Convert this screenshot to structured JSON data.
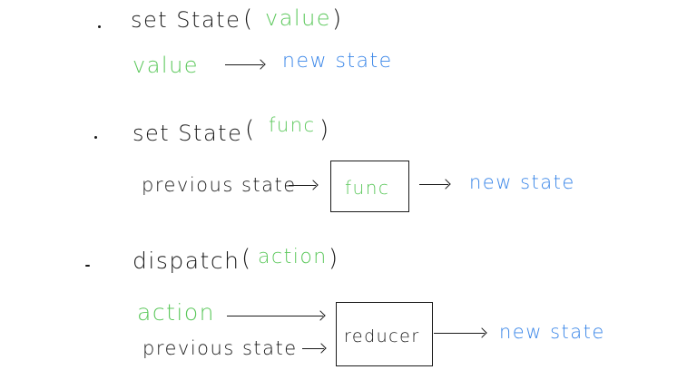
{
  "section1": {
    "call": "set State",
    "open_paren": "(",
    "arg": "value",
    "close_paren": ")",
    "input": "value",
    "output": "new state"
  },
  "section2": {
    "call": "set State",
    "open_paren": "(",
    "arg": "func",
    "close_paren": ")",
    "input": "previous state",
    "box_label": "func",
    "output": "new state"
  },
  "section3": {
    "call": "dispatch",
    "open_paren": "(",
    "arg": "action",
    "close_paren": ")",
    "input_action": "action",
    "input_state": "previous state",
    "box_label": "reducer",
    "output": "new state"
  },
  "colors": {
    "ink": "#1a1a1a",
    "argument": "#5cc85c",
    "result": "#3a86e8"
  }
}
